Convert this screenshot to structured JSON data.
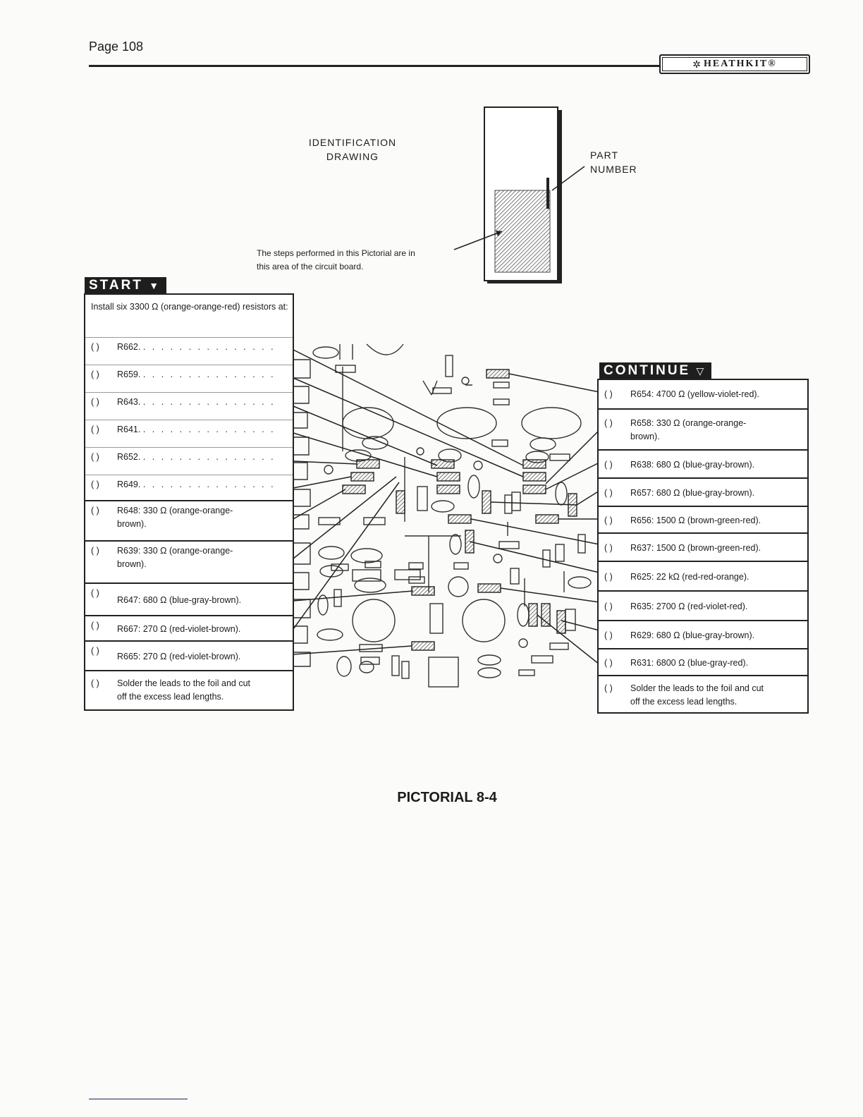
{
  "page_label": "Page 108",
  "logo": {
    "brand": "HEATHKIT®",
    "icon": "atom-icon"
  },
  "identification": {
    "title_line1": "IDENTIFICATION",
    "title_line2": "DRAWING",
    "part_line1": "PART",
    "part_line2": "NUMBER",
    "note_line1": "The steps performed in this Pictorial are in",
    "note_line2": "this area of the circuit board."
  },
  "start": {
    "tag": "START",
    "intro": "Install six 3300 Ω (orange-orange-red) resistors at:",
    "checkbox": "(  )",
    "items": [
      {
        "label": "R662."
      },
      {
        "label": "R659."
      },
      {
        "label": "R643."
      },
      {
        "label": "R641."
      },
      {
        "label": "R652."
      },
      {
        "label": "R649."
      }
    ],
    "dots": ". . . . . . . . . . . . . . .",
    "more_items": [
      {
        "line1": "R648:   330   Ω   (orange-orange-",
        "line2": "brown)."
      },
      {
        "line1": "R639:   330   Ω   (orange-orange-",
        "line2": "brown)."
      },
      {
        "line1": "R647: 680 Ω (blue-gray-brown).",
        "line2": ""
      },
      {
        "line1": "R667: 270 Ω (red-violet-brown).",
        "line2": ""
      },
      {
        "line1": "R665: 270 Ω (red-violet-brown).",
        "line2": ""
      },
      {
        "line1": "Solder the leads to the foil and cut",
        "line2": "off the excess lead lengths."
      }
    ]
  },
  "continue": {
    "tag": "CONTINUE",
    "checkbox": "(  )",
    "items": [
      {
        "line1": "R654:  4700  Ω  (yellow-violet-red).",
        "line2": ""
      },
      {
        "line1": "R658:    330    Ω    (orange-orange-",
        "line2": "brown)."
      },
      {
        "line1": "R638: 680 Ω (blue-gray-brown).",
        "line2": ""
      },
      {
        "line1": "R657: 680 Ω (blue-gray-brown).",
        "line2": ""
      },
      {
        "line1": "R656: 1500 Ω (brown-green-red).",
        "line2": ""
      },
      {
        "line1": "R637: 1500 Ω (brown-green-red).",
        "line2": ""
      },
      {
        "line1": "R625: 22 kΩ (red-red-orange).",
        "line2": ""
      },
      {
        "line1": "R635: 2700 Ω (red-violet-red).",
        "line2": ""
      },
      {
        "line1": "R629: 680 Ω (blue-gray-brown).",
        "line2": ""
      },
      {
        "line1": "R631: 6800 Ω (blue-gray-red).",
        "line2": ""
      },
      {
        "line1": "Solder the leads to the foil and cut",
        "line2": "off the excess lead lengths."
      }
    ]
  },
  "caption": "PICTORIAL 8-4"
}
